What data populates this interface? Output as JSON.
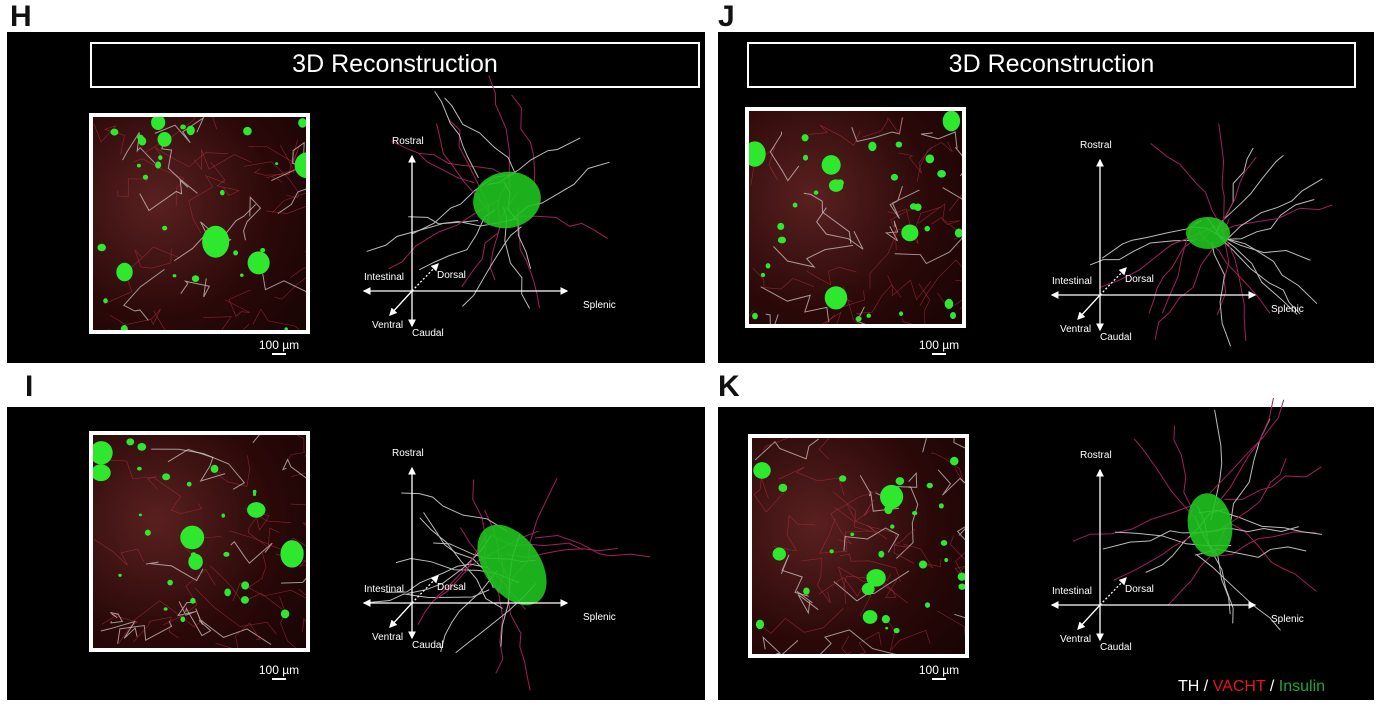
{
  "panels": [
    {
      "letter": "H",
      "title": "3D Reconstruction",
      "scale_bar": "100 µm",
      "axes": {
        "up": "Rostral",
        "down": "Caudal",
        "left": "Intestinal",
        "right": "Splenic",
        "in": "Dorsal",
        "out": "Ventral"
      }
    },
    {
      "letter": "J",
      "title": "3D Reconstruction",
      "scale_bar": "100 µm",
      "axes": {
        "up": "Rostral",
        "down": "Caudal",
        "left": "Intestinal",
        "right": "Splenic",
        "in": "Dorsal",
        "out": "Ventral"
      }
    },
    {
      "letter": "I",
      "scale_bar": "100 µm",
      "axes": {
        "up": "Rostral",
        "down": "Caudal",
        "left": "Intestinal",
        "right": "Splenic",
        "in": "Dorsal",
        "out": "Ventral"
      }
    },
    {
      "letter": "K",
      "scale_bar": "100 µm",
      "axes": {
        "up": "Rostral",
        "down": "Caudal",
        "left": "Intestinal",
        "right": "Splenic",
        "in": "Dorsal",
        "out": "Ventral"
      }
    }
  ],
  "legend": {
    "th": "TH /",
    "vacht": "VACHT",
    "sep": "/",
    "insulin": "Insulin"
  },
  "colors": {
    "th": "#ffffff",
    "vacht": "#e8141c",
    "insulin": "#1fa53a",
    "islet": "#2ee82e",
    "fiber_red": "#a0205a",
    "fiber_white": "#cccccc"
  }
}
